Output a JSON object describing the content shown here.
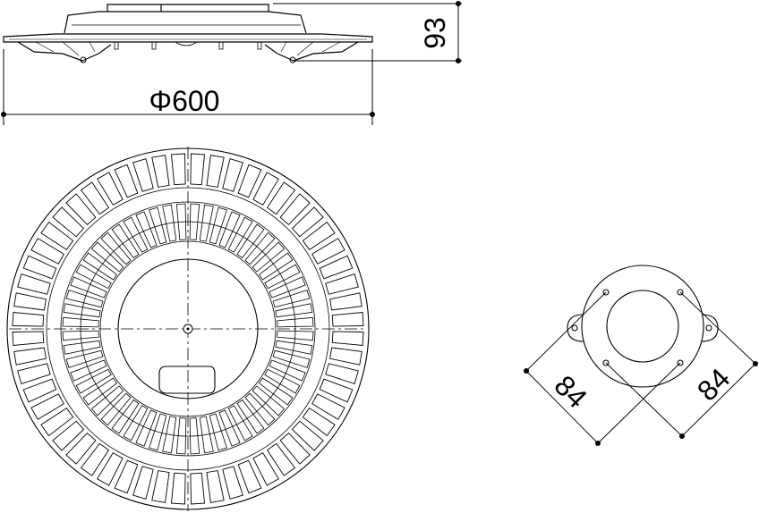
{
  "drawing": {
    "stroke_color": "#000000",
    "background": "#ffffff",
    "views": [
      "side-elevation",
      "plan-view",
      "base-detail"
    ]
  },
  "dimensions": {
    "diameter_label": "Φ600",
    "height_label": "93",
    "hole_spacing_left": "84",
    "hole_spacing_right": "84"
  }
}
